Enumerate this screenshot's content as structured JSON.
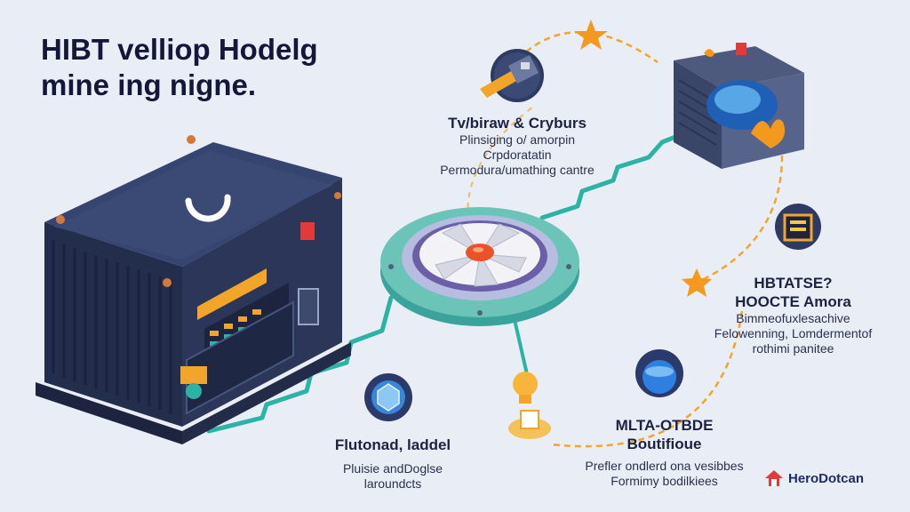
{
  "title": {
    "line1": "HIBT velliop Hodelg",
    "line2": "mine ing nigne."
  },
  "blocks": {
    "top": {
      "heading": "Tv/biraw & Cryburs",
      "lines": [
        "Plinsiging o/ amorpin",
        "Crpdoratatin",
        "Permodura/umathing cantre"
      ]
    },
    "right": {
      "heading1": "HBTATSE?",
      "heading2": "HOOCTE Amora",
      "lines": [
        "Bimmeofuxlesachive",
        "Felowenning, Lomdermentof",
        "rothimi panitee"
      ]
    },
    "bottom_left": {
      "heading": "Flutonad, laddel",
      "lines": [
        "Pluisie andDoglse",
        "laroundcts"
      ]
    },
    "bottom_right": {
      "heading1": "MLTA-OTBDE",
      "heading2": "Boutifioue",
      "lines": [
        "Prefler ondlerd ona vesibbes",
        "Formimy bodilkiees"
      ]
    }
  },
  "brand": {
    "name": "HeroDotcan"
  },
  "colors": {
    "accent_orange": "#f39a1e",
    "teal": "#2bb3a6",
    "server_body": "#2f3a5c",
    "brand_red": "#e23a3a"
  },
  "icons": [
    "server-icon",
    "fan-icon",
    "usb-icon",
    "box-icon",
    "crypto-icon",
    "lightbulb-icon",
    "orb-icon",
    "star-icon",
    "brand-logo-icon"
  ]
}
